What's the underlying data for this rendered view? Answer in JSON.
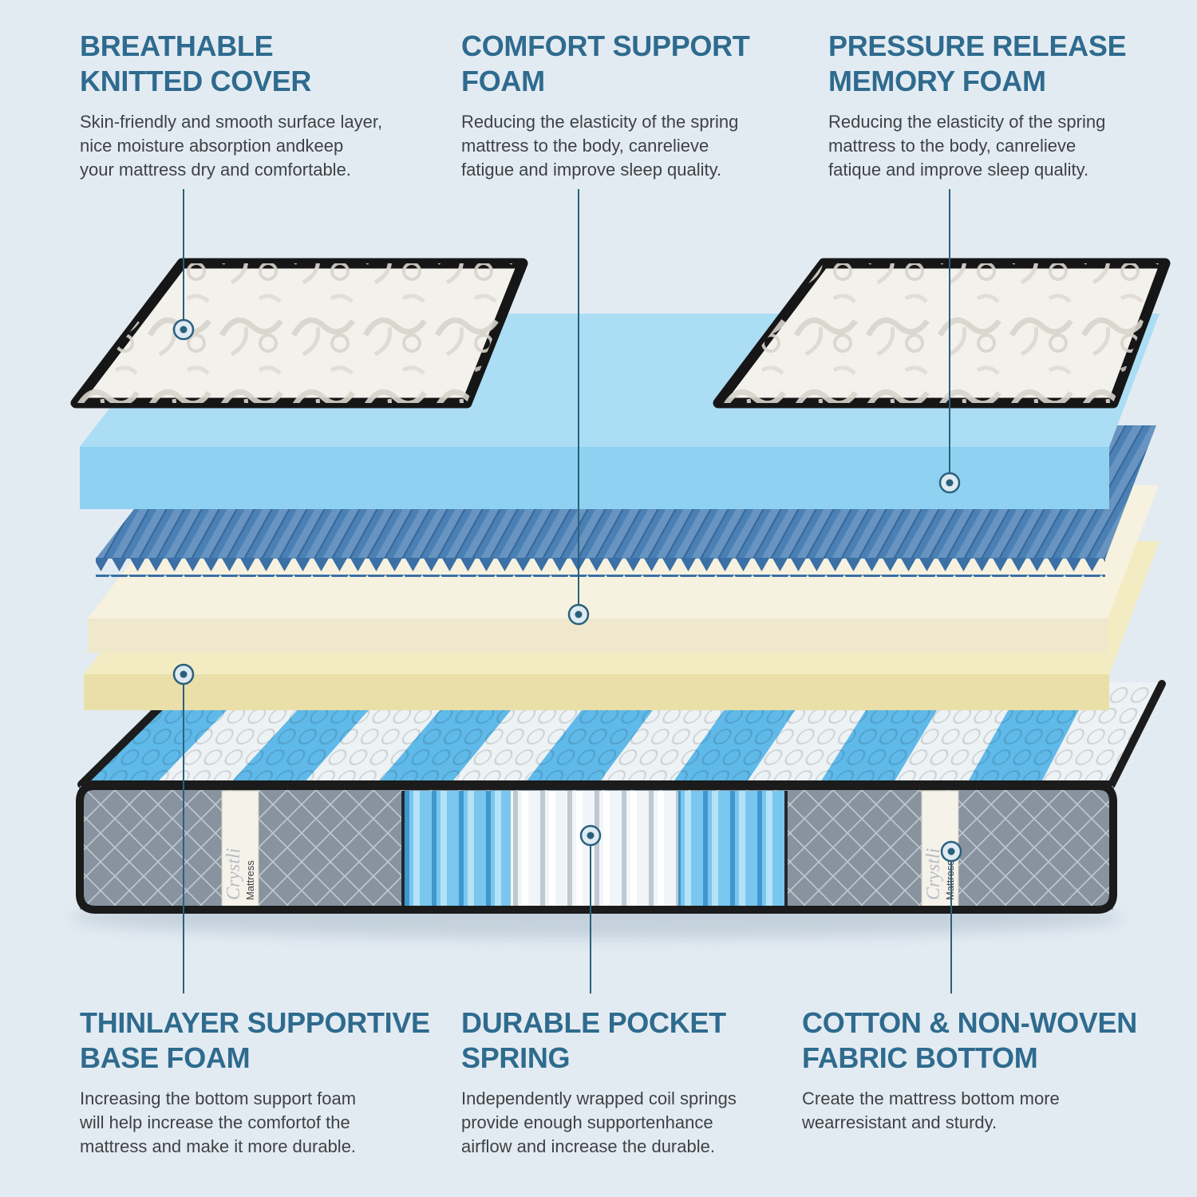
{
  "brand": {
    "logo": "Crystli",
    "label": "Mattress"
  },
  "colors": {
    "background": "#e3ebf2",
    "heading": "#2e6b8e",
    "connector": "#2a607d",
    "comfort_foam_blue": "#abddf5",
    "convoluted_foam_blue": "#4a80b4",
    "cream_foam": "#f7f2df",
    "base_foam_yellow": "#f3ecc2",
    "spring_blue": "#5fb9e9",
    "fabric_gray": "#87939f",
    "cover_white": "#f3f1ec"
  },
  "callouts": {
    "breathable_cover": {
      "title": "BREATHABLE\nKNITTED COVER",
      "description": "Skin-friendly and smooth surface layer,\nnice moisture absorption andkeep\nyour mattress dry and comfortable."
    },
    "comfort_foam": {
      "title": "COMFORT SUPPORT\nFOAM",
      "description": "Reducing the elasticity of the spring\nmattress to the body, canrelieve\nfatigue and improve sleep quality."
    },
    "memory_foam": {
      "title": "PRESSURE RELEASE\nMEMORY FOAM",
      "description": "Reducing the elasticity of the spring\nmattress to the body, canrelieve\nfatique and improve sleep quality."
    },
    "base_foam": {
      "title": "THINLAYER SUPPORTIVE\nBASE FOAM",
      "description": "Increasing the bottom support foam\nwill help increase the comfortof the\nmattress and make it more durable."
    },
    "pocket_spring": {
      "title": "DURABLE POCKET\nSPRING",
      "description": "Independently wrapped coil springs\nprovide enough supportenhance\nairflow and increase the durable."
    },
    "fabric_bottom": {
      "title": "COTTON & NON-WOVEN\nFABRIC BOTTOM",
      "description": "Create the mattress bottom more\nwearresistant and sturdy."
    }
  }
}
